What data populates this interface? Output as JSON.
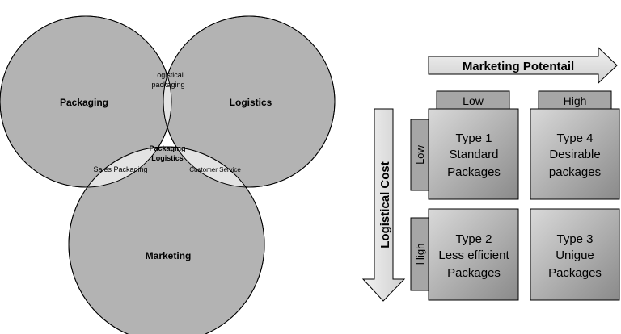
{
  "venn": {
    "circles": {
      "packaging": "Packaging",
      "logistics": "Logistics",
      "marketing": "Marketing"
    },
    "overlaps": {
      "packaging_logistics": [
        "Logistical",
        "packaging"
      ],
      "packaging_marketing": "Sales Packaging",
      "logistics_marketing": "Customer Service",
      "center": [
        "Packaging",
        "Logistics"
      ]
    }
  },
  "matrix": {
    "x_axis_label": "Marketing Potentail",
    "y_axis_label": "Logistical Cost",
    "column_headers": [
      "Low",
      "High"
    ],
    "row_headers": [
      "Low",
      "High"
    ],
    "cells": [
      [
        "Type 1",
        "Standard",
        "Packages"
      ],
      [
        "Type 4",
        "Desirable",
        "packages"
      ],
      [
        "Type 2",
        "Less efficient",
        "Packages"
      ],
      [
        "Type 3",
        "Unigue",
        "Packages"
      ]
    ]
  },
  "colors": {
    "circle_fill": "#b3b3b3",
    "overlap_fill": "#e3e3e3",
    "center_fill": "#ffffff",
    "box_gradient_light": "#d6d6d6",
    "box_gradient_dark": "#8c8c8c",
    "header_fill": "#a6a6a6",
    "arrow_fill": "#e6e6e6"
  }
}
